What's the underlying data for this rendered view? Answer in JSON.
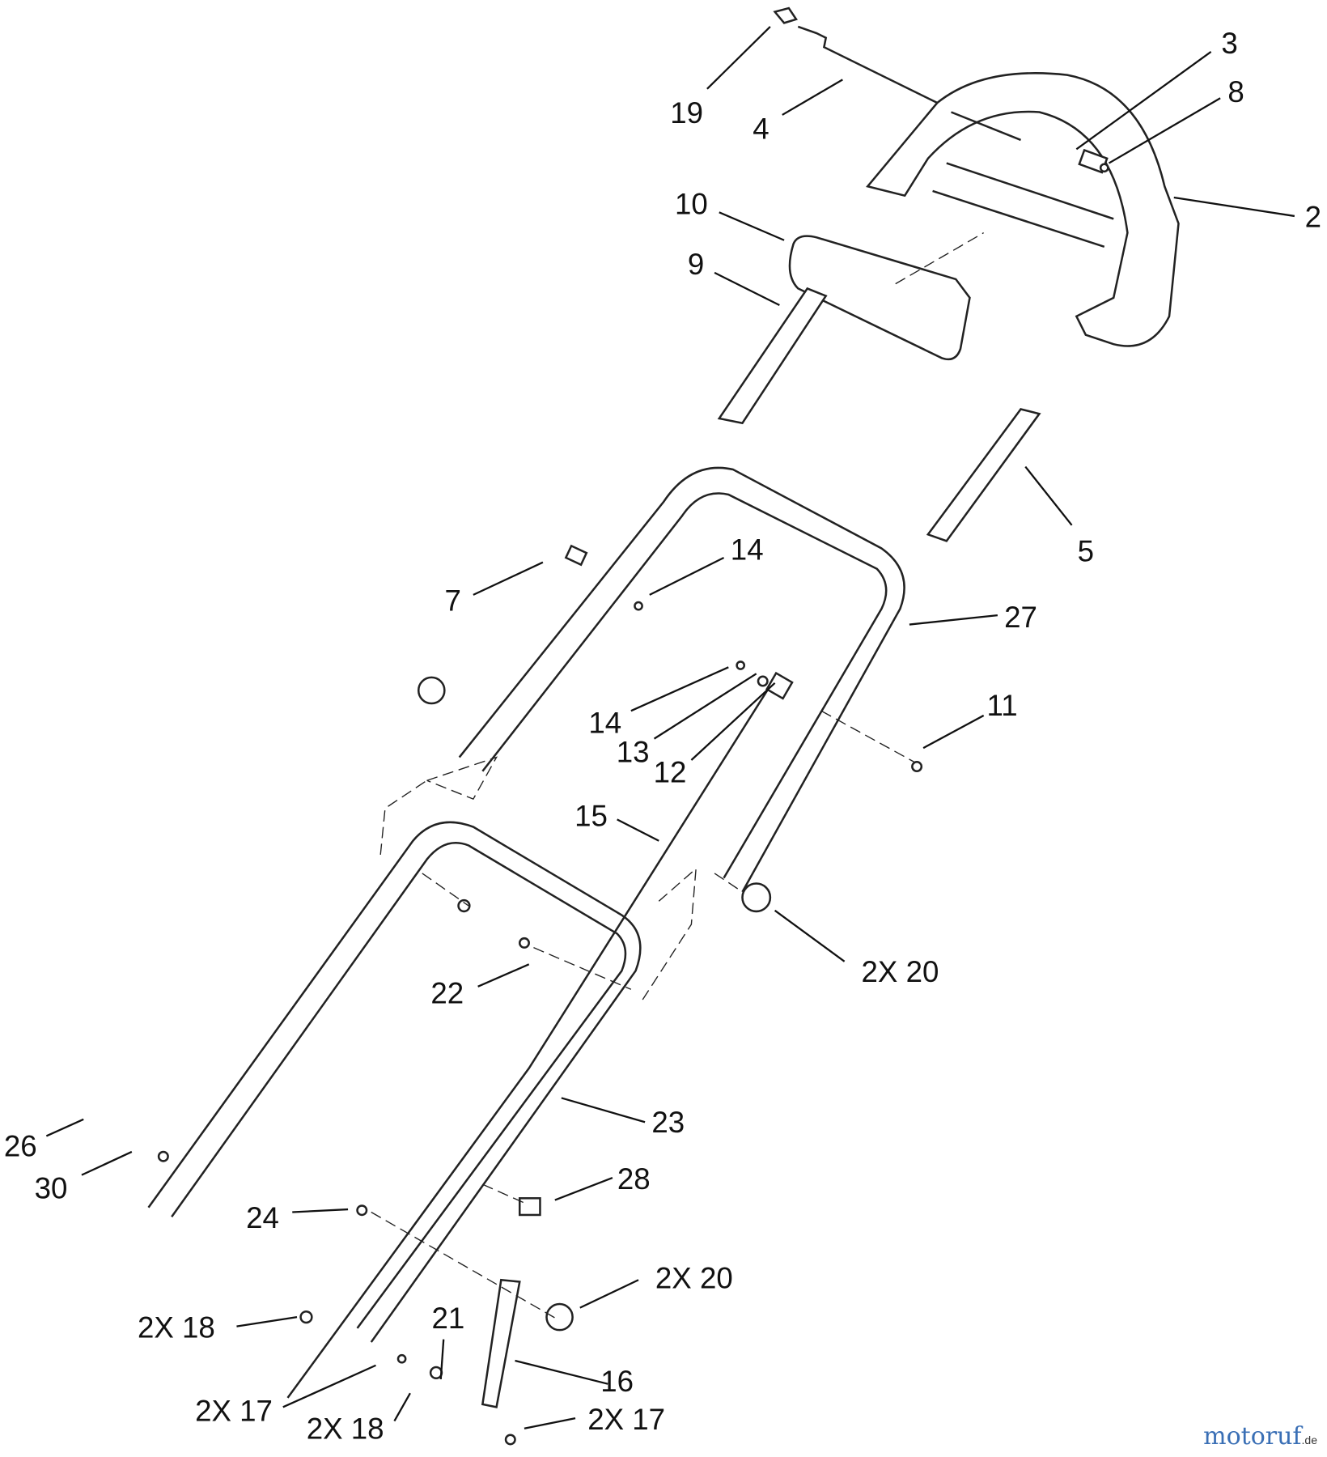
{
  "labels": [
    "19",
    "4",
    "3",
    "8",
    "2",
    "10",
    "9",
    "5",
    "14",
    "7",
    "27",
    "11",
    "14",
    "13",
    "12",
    "15",
    "2X 20",
    "22",
    "23",
    "26",
    "30",
    "28",
    "24",
    "2X 20",
    "2X 18",
    "21",
    "16",
    "2X 17",
    "2X 18",
    "2X 17"
  ],
  "watermark": {
    "brand": "motoruf",
    "suffix": ".de"
  }
}
